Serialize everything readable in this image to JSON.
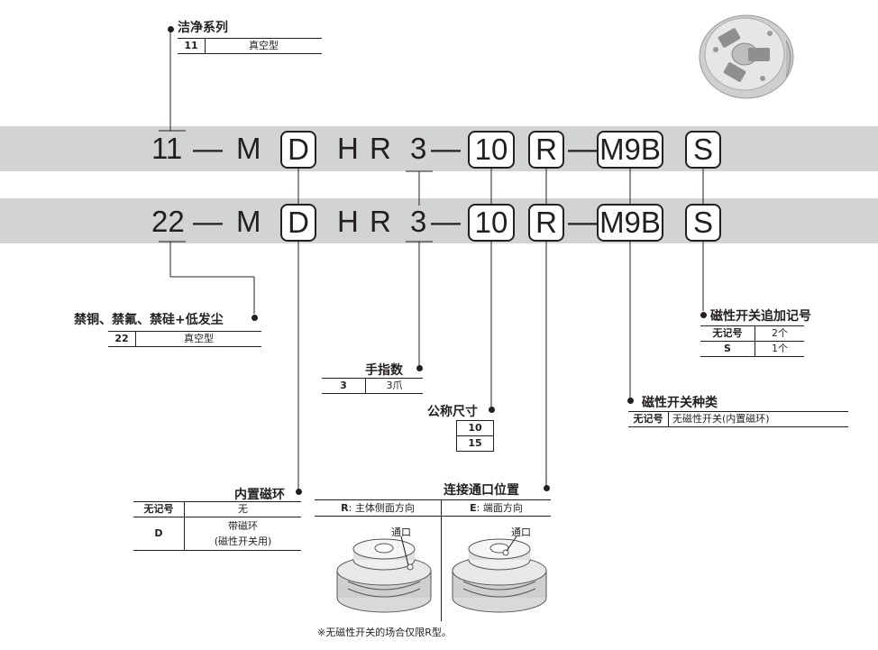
{
  "row1": {
    "prefix": "11",
    "dash1": "—",
    "m": "M",
    "d": "D",
    "h": "H",
    "r": "R",
    "fingers": "3",
    "dash2": "—",
    "size": "10",
    "port": "R",
    "dash3": "—",
    "switch": "M9B",
    "s": "S"
  },
  "row2": {
    "prefix": "22",
    "dash1": "—",
    "m": "M",
    "d": "D",
    "h": "H",
    "r": "R",
    "fingers": "3",
    "dash2": "—",
    "size": "10",
    "port": "R",
    "dash3": "—",
    "switch": "M9B",
    "s": "S"
  },
  "clean_series": {
    "title": "洁净系列",
    "code": "11",
    "desc": "真空型"
  },
  "copper_free": {
    "title": "禁铜、禁氟、禁硅+低发尘",
    "code": "22",
    "desc": "真空型"
  },
  "fingers": {
    "title": "手指数",
    "code": "3",
    "desc": "3爪"
  },
  "nominal_size": {
    "title": "公称尺寸",
    "values": [
      "10",
      "15"
    ]
  },
  "magnet": {
    "title": "内置磁环",
    "rows": [
      {
        "code": "无记号",
        "desc": "无"
      },
      {
        "code": "D",
        "desc": "带磁环",
        "desc2": "(磁性开关用)"
      }
    ]
  },
  "port_position": {
    "title": "连接通口位置",
    "col_r_code": "R",
    "col_r": ": 主体侧面方向",
    "col_e_code": "E",
    "col_e": ": 端面方向",
    "port_label": "通口",
    "note": "※无磁性开关的场合仅限R型。"
  },
  "switch_type": {
    "title": "磁性开关种类",
    "code": "无记号",
    "desc": "无磁性开关(内置磁环)"
  },
  "switch_suffix": {
    "title": "磁性开关追加记号",
    "rows": [
      {
        "code": "无记号",
        "desc": "2个"
      },
      {
        "code": "S",
        "desc": "1个"
      }
    ]
  }
}
